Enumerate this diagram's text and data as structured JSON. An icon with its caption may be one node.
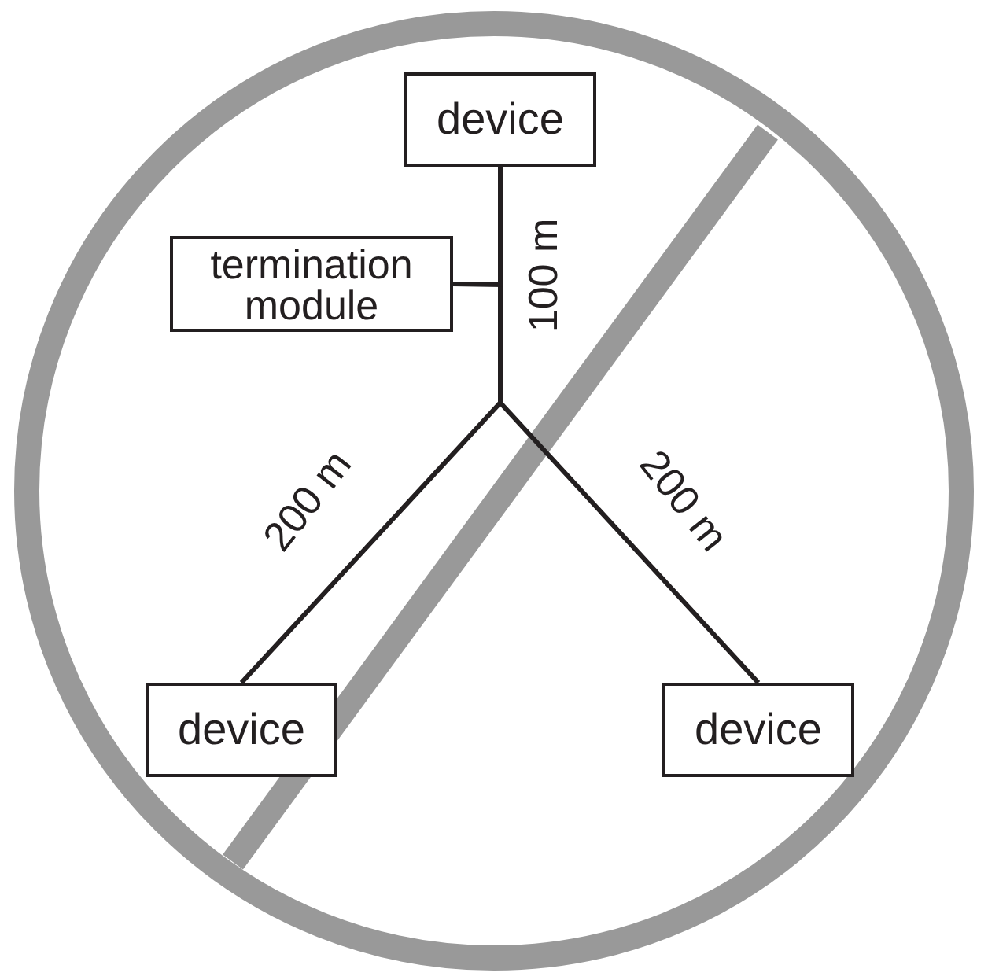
{
  "diagram": {
    "nodes": [
      {
        "text": [
          "device"
        ]
      },
      {
        "text": [
          "termination module"
        ]
      },
      {
        "text": [
          "device"
        ]
      },
      {
        "text": [
          "device"
        ]
      }
    ],
    "edges": [
      {
        "from": 0,
        "to": 2,
        "arrow": "none"
      },
      {
        "from": 0,
        "to": 3,
        "arrow": "none"
      },
      {
        "from": 1,
        "to": 0,
        "arrow": "none"
      }
    ],
    "labels": [
      "100 m",
      "200 m",
      "200 m"
    ]
  }
}
